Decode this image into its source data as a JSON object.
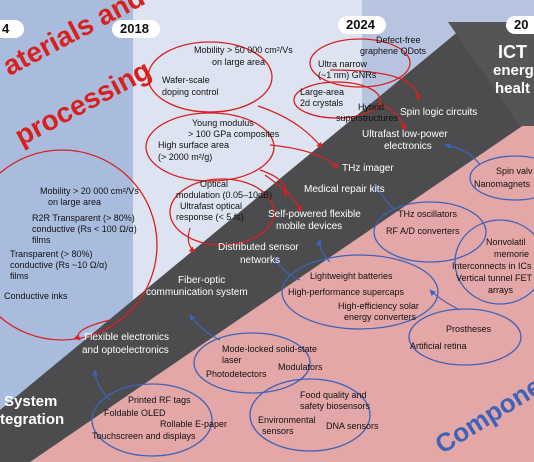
{
  "years": [
    "4",
    "2018",
    "2024",
    "20"
  ],
  "headings": {
    "materials": "aterials and processing",
    "materials_l1": "aterials and",
    "materials_l2": "processing",
    "system_l1": "System",
    "system_l2": "tegration",
    "ict_l1": "ICT",
    "ict_l2": "energ",
    "ict_l3": "healt",
    "components": "Components"
  },
  "materials_items": {
    "mob_large_1": "Mobility > 50 000 cm²/Vs",
    "mob_large_2": "on large area",
    "wafer_1": "Wafer-scale",
    "wafer_2": "doping control",
    "defect_1": "Defect-free",
    "defect_2": "graphene QDots",
    "ultra_1": "Ultra narrow",
    "ultra_2": "(~1 nm) GNRs",
    "large2d_1": "Large-area",
    "large2d_2": "2d crystals",
    "hybrid_1": "Hybrid",
    "hybrid_2": "superstructures",
    "young_1": "Young modulus",
    "young_2": "> 100 GPa composites",
    "surf_1": "High surface area",
    "surf_2": "(> 2000 m²/g)",
    "optmod_1": "Optical",
    "optmod_2": "modulation (0.05–10dB)",
    "optmod_3": "Ultrafast optical",
    "optmod_4": "response (< 5 fs)",
    "mob20_1": "Mobility > 20 000 cm²/Vs",
    "mob20_2": "on large area",
    "r2r_1": "R2R Transparent (> 80%)",
    "r2r_2": "conductive (Rs < 100 Ω/α)",
    "r2r_3": "films",
    "transp_1": "Transparent (> 80%)",
    "transp_2": "conductive (Rs ~10 Ω/α)",
    "transp_3": "films",
    "inks": "Conductive inks"
  },
  "arrow_items": {
    "spin_logic": "Spin logic circuits",
    "ulp_1": "Ultrafast low-power",
    "ulp_2": "electronics",
    "thz_imager": "THz imager",
    "medical": "Medical repair kits",
    "selfpow_1": "Self-powered flexible",
    "selfpow_2": "mobile devices",
    "dist_1": "Distributed sensor",
    "dist_2": "networks",
    "fiber_1": "Fiber-optic",
    "fiber_2": "communication system",
    "flex_1": "Flexible electronics",
    "flex_2": "and optoelectronics"
  },
  "components_items": {
    "spinvalve": "Spin valv",
    "nanomagnets": "Nanomagnets",
    "thz_osc": "THz oscillators",
    "rf_ad": "RF A/D converters",
    "nonvol_1": "Nonvolatil",
    "nonvol_2": "memorie",
    "interconn": "Interconnects in ICs",
    "vtfet_1": "Vertical tunnel FET",
    "vtfet_2": "arrays",
    "batteries": "Lightweight batteries",
    "supercaps": "High-performance supercaps",
    "solar_1": "High-efficiency solar",
    "solar_2": "energy converters",
    "prostheses": "Prostheses",
    "retina": "Artificial retina",
    "laser_1": "Mode-locked solid-state",
    "laser_2": "laser",
    "photodet": "Photodetectors",
    "modulators": "Modulators",
    "rf_tags": "Printed RF tags",
    "oled": "Foldable OLED",
    "epaper": "Rollable E-paper",
    "touch": "Touchscreen and displays",
    "food_1": "Food quality and",
    "food_2": "safety biosensors",
    "env_1": "Environmental",
    "env_2": "sensors",
    "dna": "DNA sensors"
  },
  "colors": {
    "top_band_blue": "#a9bcde",
    "top_band_light": "#dde3f1",
    "component_pink": "#e3a7a7",
    "arrow_gray": "#4c4c4e",
    "ellipse_red": "#d8211f",
    "ellipse_blue": "#3d63b8",
    "heading_red": "#d8211f",
    "heading_blue": "#3d63b8"
  }
}
